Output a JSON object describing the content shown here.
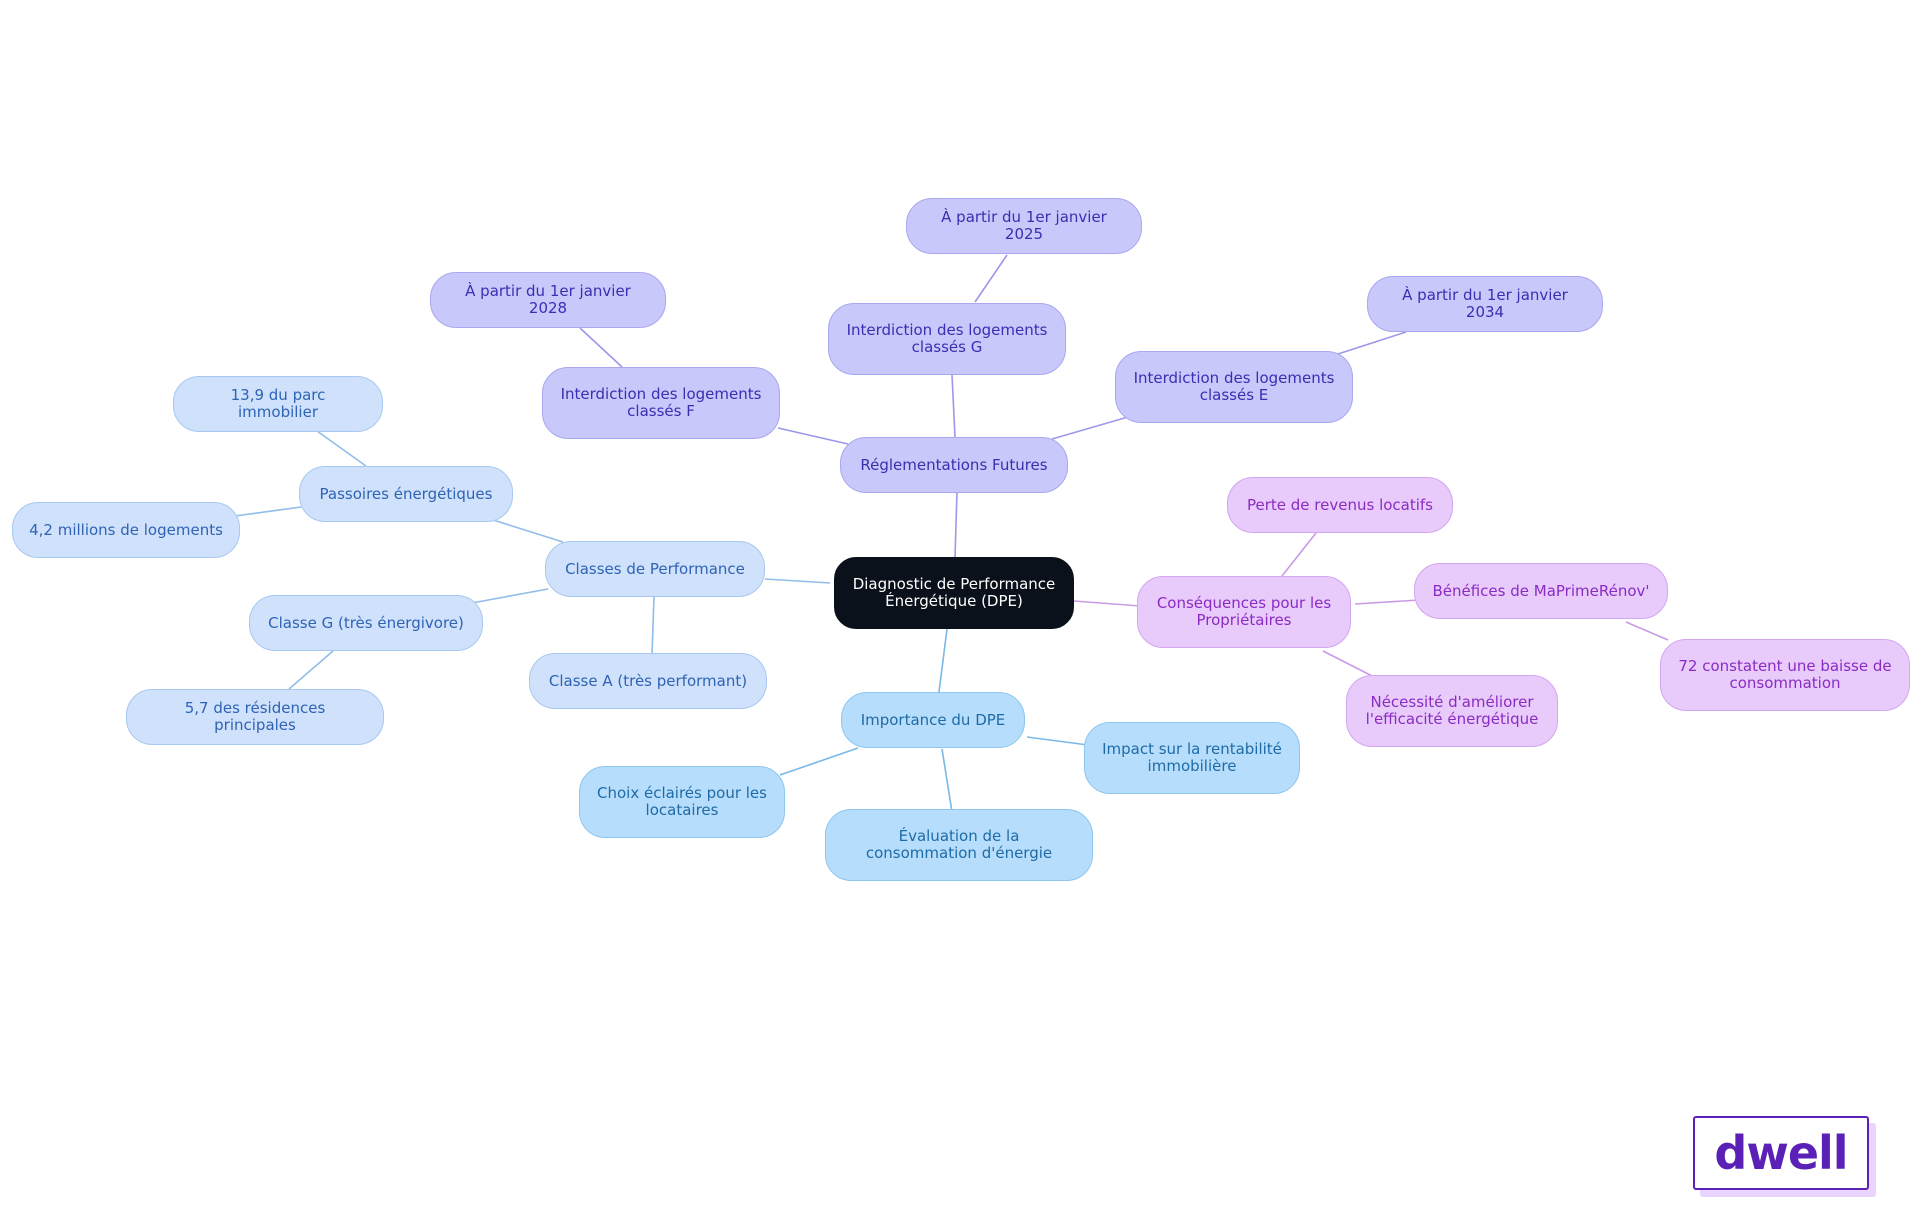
{
  "mindmap": {
    "root": "Diagnostic de Performance Énergétique (DPE)",
    "branches": {
      "classes": {
        "label": "Classes de Performance",
        "passoires": "Passoires énergétiques",
        "passoires_stat1": "13,9 du parc immobilier",
        "passoires_stat2": "4,2 millions de logements",
        "classe_g": "Classe G (très énergivore)",
        "classe_g_stat": "5,7 des résidences principales",
        "classe_a": "Classe A (très performant)"
      },
      "reglementations": {
        "label": "Réglementations Futures",
        "interdiction_g": "Interdiction des logements classés G",
        "date_2025": "À partir du 1er janvier 2025",
        "interdiction_f": "Interdiction des logements classés F",
        "date_2028": "À partir du 1er janvier 2028",
        "interdiction_e": "Interdiction des logements classés E",
        "date_2034": "À partir du 1er janvier 2034"
      },
      "consequences": {
        "label": "Conséquences pour les Propriétaires",
        "perte": "Perte de revenus locatifs",
        "benefices": "Bénéfices de MaPrimeRénov'",
        "benefices_stat": "72 constatent une baisse de consommation",
        "necessite": "Nécessité d'améliorer l'efficacité énergétique"
      },
      "importance": {
        "label": "Importance du DPE",
        "impact": "Impact sur la rentabilité immobilière",
        "choix": "Choix éclairés pour les locataires",
        "evaluation": "Évaluation de la consommation d'énergie"
      }
    }
  },
  "colors": {
    "classes": "#90bdea",
    "importance": "#7ab8e6",
    "reglementations": "#9b98ea",
    "consequences": "#c99be6"
  },
  "logo": {
    "text": "dwell"
  }
}
